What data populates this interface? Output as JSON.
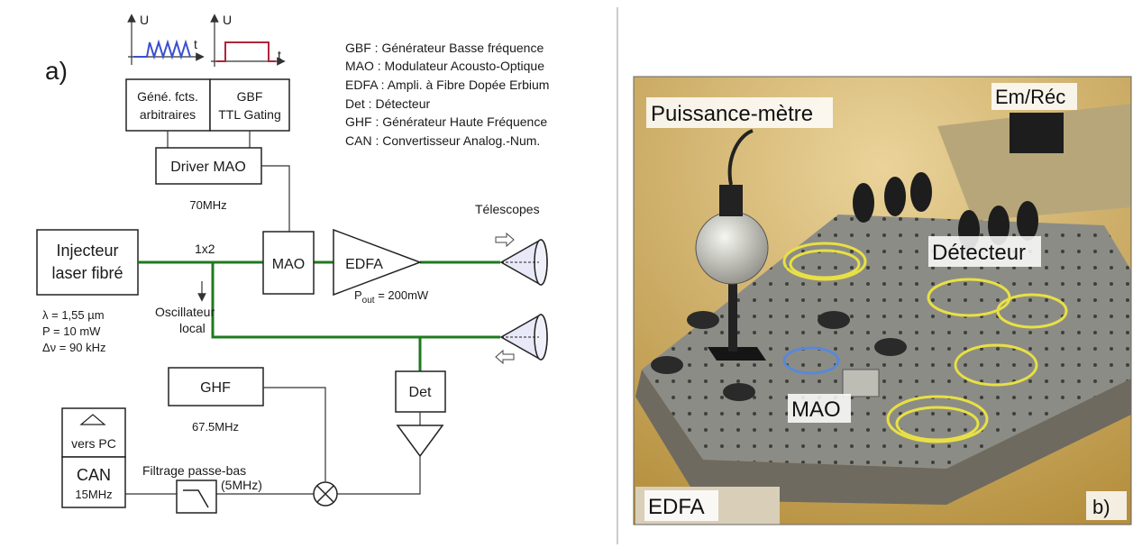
{
  "panel_a": {
    "label": "a)",
    "signal_axis_u": "U",
    "signal_axis_t": "t",
    "boxes": {
      "gene_line1": "Géné. fcts.",
      "gene_line2": "arbitraires",
      "gbf_line1": "GBF",
      "gbf_line2": "TTL Gating",
      "driver": "Driver MAO",
      "driver_freq": "70MHz",
      "injecteur_line1": "Injecteur",
      "injecteur_line2": "laser fibré",
      "mao": "MAO",
      "edfa": "EDFA",
      "det": "Det",
      "ghf": "GHF",
      "ghf_freq": "67.5MHz",
      "can": "CAN",
      "can_freq": "15MHz",
      "vers_pc": "vers PC"
    },
    "coupler": "1x2",
    "pout_main": "P",
    "pout_sub": "out",
    "pout_value": " = 200mW",
    "telescopes": "Télescopes",
    "oscillateur_line1": "Oscillateur",
    "oscillateur_line2": "local",
    "laser_params": [
      "λ = 1,55 µm",
      "P = 10 mW",
      "Δν = 90 kHz"
    ],
    "filtre_line1": "Filtrage passe-bas",
    "filtre_line2": "(5MHz)",
    "legend": [
      "GBF : Générateur Basse fréquence",
      "MAO : Modulateur Acousto-Optique",
      "EDFA : Ampli. à Fibre Dopée Erbium",
      "Det : Détecteur",
      "GHF : Générateur Haute Fréquence",
      "CAN : Convertisseur Analog.-Num."
    ],
    "colors": {
      "fiber": "#1e7a1e",
      "waveform_blue": "#3a4fd0",
      "waveform_red": "#b0253a",
      "telescope_fill": "#e8e8f8"
    }
  },
  "panel_b": {
    "label": "b)",
    "photo_labels": {
      "puissance": "Puissance-mètre",
      "emrec": "Em/Réc",
      "detecteur": "Détecteur",
      "mao": "MAO",
      "edfa": "EDFA"
    },
    "colors": {
      "background": "#c9a85a",
      "table": "#8d8d86"
    }
  }
}
